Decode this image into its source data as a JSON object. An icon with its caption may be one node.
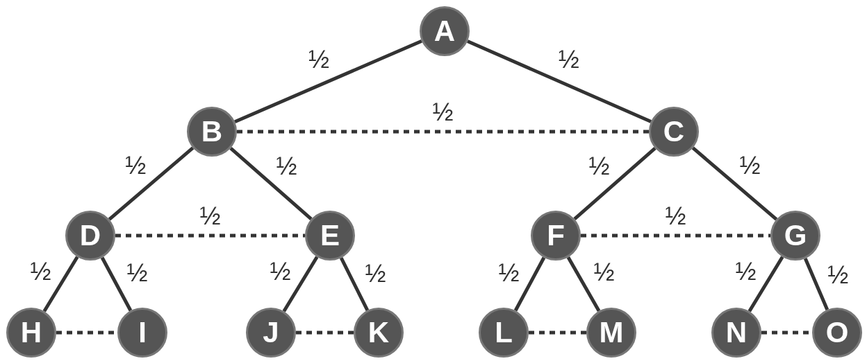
{
  "diagram": {
    "nodes": [
      {
        "text": [
          "A"
        ]
      },
      {
        "text": [
          "B"
        ]
      },
      {
        "text": [
          "C"
        ]
      },
      {
        "text": [
          "D"
        ]
      },
      {
        "text": [
          "E"
        ]
      },
      {
        "text": [
          "F"
        ]
      },
      {
        "text": [
          "G"
        ]
      },
      {
        "text": [
          "H"
        ]
      },
      {
        "text": [
          "I"
        ]
      },
      {
        "text": [
          "J"
        ]
      },
      {
        "text": [
          "K"
        ]
      },
      {
        "text": [
          "L"
        ]
      },
      {
        "text": [
          "M"
        ]
      },
      {
        "text": [
          "N"
        ]
      },
      {
        "text": [
          "O"
        ]
      }
    ],
    "edges": [
      {
        "from": 0,
        "to": 1,
        "arrow": "none",
        "label": "½"
      },
      {
        "from": 0,
        "to": 2,
        "arrow": "none",
        "label": "½"
      },
      {
        "from": 1,
        "to": 2,
        "arrow": "none",
        "label": "½",
        "style": "dashed"
      },
      {
        "from": 1,
        "to": 3,
        "arrow": "none",
        "label": "½"
      },
      {
        "from": 1,
        "to": 4,
        "arrow": "none",
        "label": "½"
      },
      {
        "from": 3,
        "to": 4,
        "arrow": "none",
        "label": "½",
        "style": "dashed"
      },
      {
        "from": 2,
        "to": 5,
        "arrow": "none",
        "label": "½"
      },
      {
        "from": 2,
        "to": 6,
        "arrow": "none",
        "label": "½"
      },
      {
        "from": 5,
        "to": 6,
        "arrow": "none",
        "label": "½",
        "style": "dashed"
      },
      {
        "from": 3,
        "to": 7,
        "arrow": "none",
        "label": "½"
      },
      {
        "from": 3,
        "to": 8,
        "arrow": "none",
        "label": "½"
      },
      {
        "from": 7,
        "to": 8,
        "arrow": "none",
        "style": "dashed"
      },
      {
        "from": 4,
        "to": 9,
        "arrow": "none",
        "label": "½"
      },
      {
        "from": 4,
        "to": 10,
        "arrow": "none",
        "label": "½"
      },
      {
        "from": 9,
        "to": 10,
        "arrow": "none",
        "style": "dashed"
      },
      {
        "from": 5,
        "to": 11,
        "arrow": "none",
        "label": "½"
      },
      {
        "from": 5,
        "to": 12,
        "arrow": "none",
        "label": "½"
      },
      {
        "from": 11,
        "to": 12,
        "arrow": "none",
        "style": "dashed"
      },
      {
        "from": 6,
        "to": 13,
        "arrow": "none",
        "label": "½"
      },
      {
        "from": 6,
        "to": 14,
        "arrow": "none",
        "label": "½"
      },
      {
        "from": 13,
        "to": 14,
        "arrow": "none",
        "style": "dashed"
      }
    ]
  }
}
